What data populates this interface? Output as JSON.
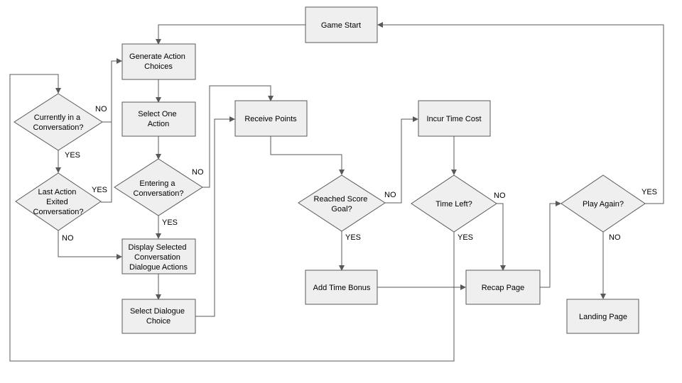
{
  "colors": {
    "node_fill": "#efefef",
    "stroke": "#595959",
    "text": "#000000"
  },
  "nodes": {
    "game_start": [
      "Game Start"
    ],
    "generate": [
      "Generate Action",
      "Choices"
    ],
    "select_one": [
      "Select One",
      "Action"
    ],
    "currently": [
      "Currently in a",
      "Conversation?"
    ],
    "last_action": [
      "Last Action",
      "Exited",
      "Conversation?"
    ],
    "entering": [
      "Entering a",
      "Conversation?"
    ],
    "display": [
      "Display Selected",
      "Conversation",
      "Dialogue Actions"
    ],
    "select_dialogue": [
      "Select Dialogue",
      "Choice"
    ],
    "receive": [
      "Receive Points"
    ],
    "reached": [
      "Reached Score",
      "Goal?"
    ],
    "add_bonus": [
      "Add Time Bonus"
    ],
    "incur": [
      "Incur Time Cost"
    ],
    "time_left": [
      "Time Left?"
    ],
    "recap": [
      "Recap Page"
    ],
    "play_again": [
      "Play Again?"
    ],
    "landing": [
      "Landing Page"
    ]
  },
  "edge_labels": {
    "currently_no": "NO",
    "currently_yes": "YES",
    "last_yes": "YES",
    "last_no": "NO",
    "entering_no": "NO",
    "entering_yes": "YES",
    "reached_no": "NO",
    "reached_yes": "YES",
    "time_no": "NO",
    "time_yes": "YES",
    "play_yes": "YES",
    "play_no": "NO"
  }
}
